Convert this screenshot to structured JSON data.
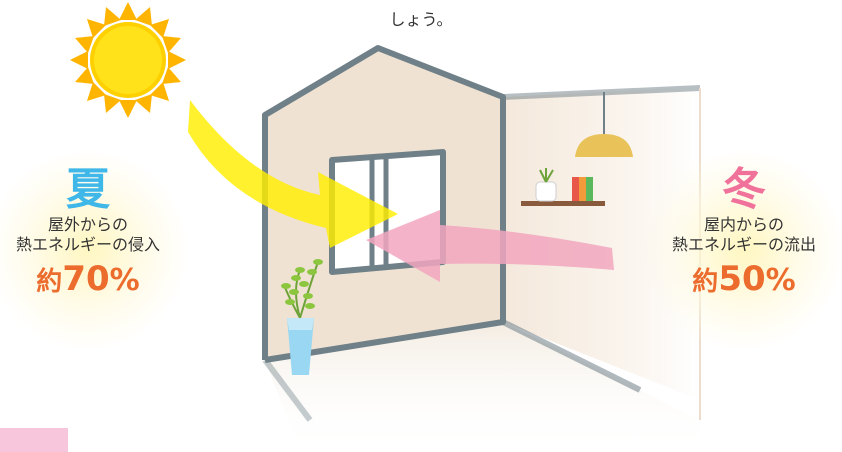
{
  "caption": "しょう。",
  "summer": {
    "season": "夏",
    "line1": "屋外からの",
    "line2": "熱エネルギーの侵入",
    "prefix": "約",
    "value": "70",
    "unit": "%"
  },
  "winter": {
    "season": "冬",
    "line1": "屋内からの",
    "line2": "熱エネルギーの流出",
    "prefix": "約",
    "value": "50",
    "unit": "%"
  },
  "colors": {
    "summer_accent": "#3fb7e8",
    "winter_accent": "#f0719a",
    "percent": "#ec6c2e",
    "house_outline": "#6f8088",
    "sun": "#ffd300",
    "incoming_arrow": "#ffee00",
    "outgoing_arrow": "#f2a6be"
  },
  "icons": [
    "sun-icon",
    "house-icon",
    "window-icon",
    "plant-icon",
    "lamp-icon",
    "shelf-icon",
    "heat-in-arrow-icon",
    "heat-out-arrow-icon"
  ]
}
